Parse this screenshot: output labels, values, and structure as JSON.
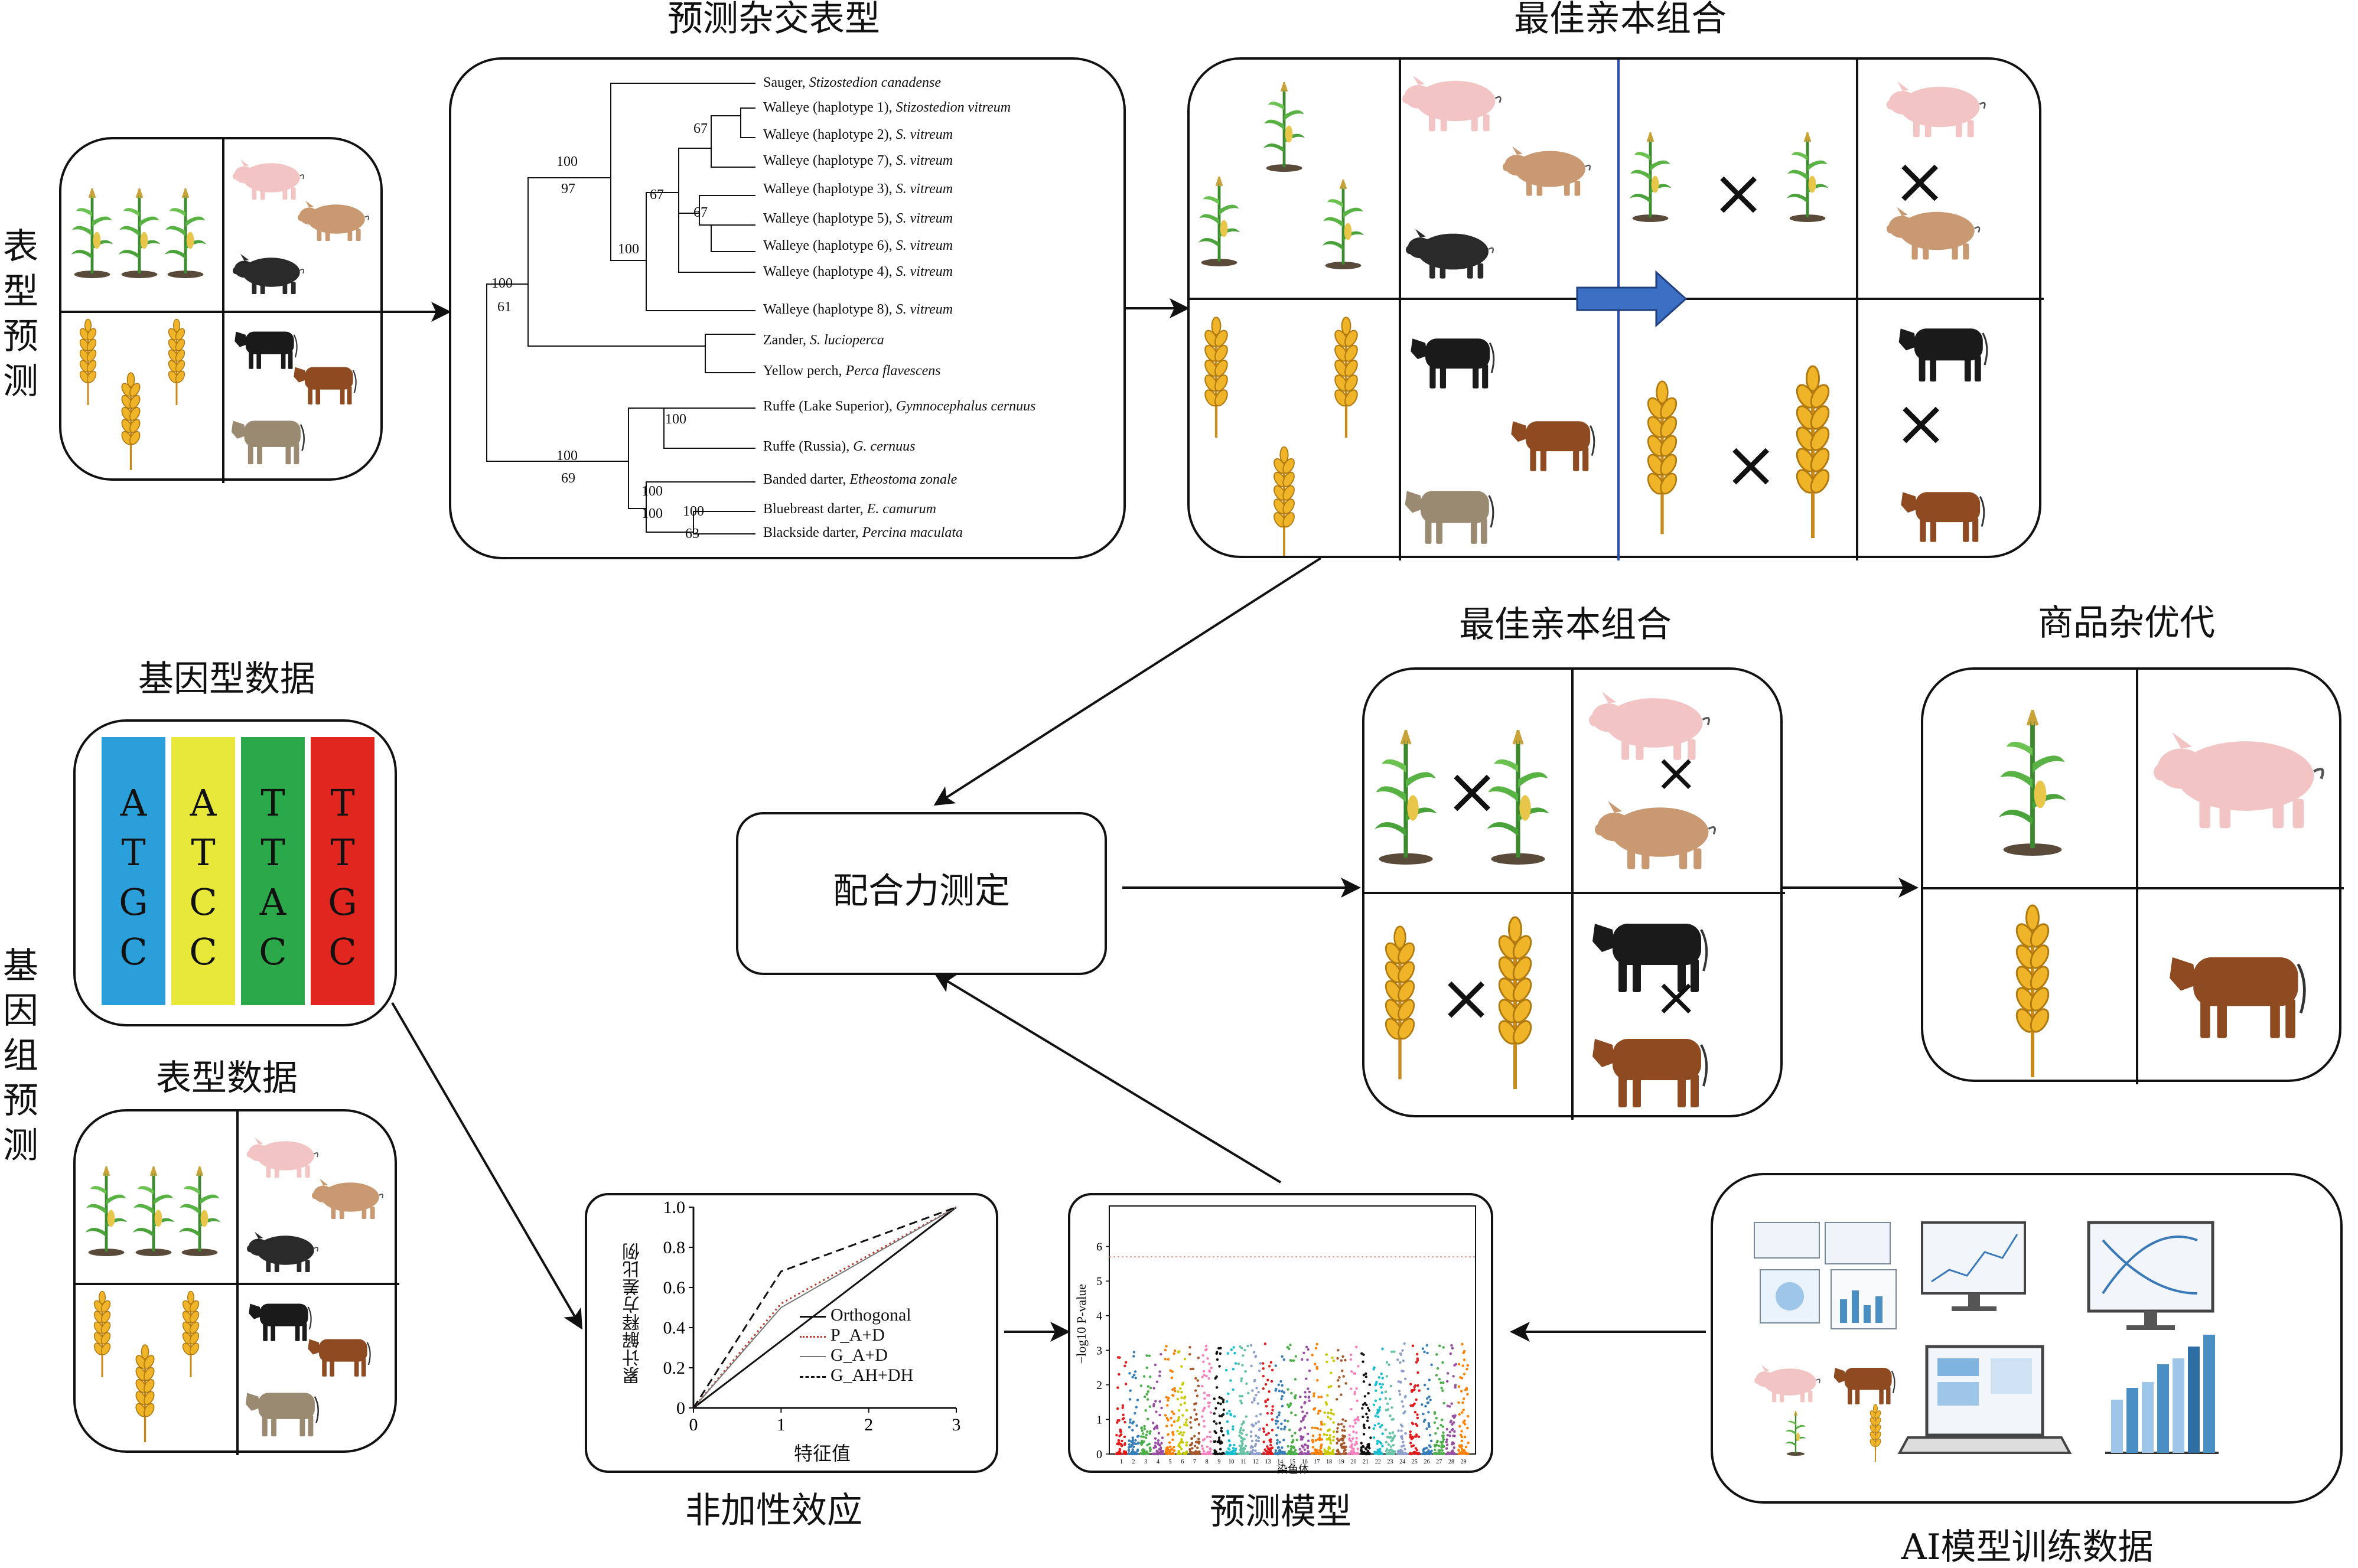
{
  "side_labels": {
    "phenotype_prediction": "表型预测",
    "genomic_prediction": "基因组预测"
  },
  "titles": {
    "predict_hybrid_phenotype": "预测杂交表型",
    "best_parent_combo_top": "最佳亲本组合",
    "genotype_data": "基因型数据",
    "phenotype_data": "表型数据",
    "best_parent_combo_mid": "最佳亲本组合",
    "commercial_hybrid": "商品杂优代",
    "non_additive_effect": "非加性效应",
    "prediction_model": "预测模型",
    "ai_training_data": "AI模型训练数据"
  },
  "combining_ability": "配合力测定",
  "tree": {
    "taxa": [
      {
        "name": "Sauger, ",
        "sci": "Stizostedion canadense"
      },
      {
        "name": "Walleye (haplotype 1), ",
        "sci": "Stizostedion vitreum"
      },
      {
        "name": "Walleye (haplotype 2), ",
        "sci": "S. vitreum"
      },
      {
        "name": "Walleye (haplotype 7), ",
        "sci": "S. vitreum"
      },
      {
        "name": "Walleye (haplotype 3), ",
        "sci": "S. vitreum"
      },
      {
        "name": "Walleye (haplotype 5), ",
        "sci": "S. vitreum"
      },
      {
        "name": "Walleye (haplotype 6), ",
        "sci": "S. vitreum"
      },
      {
        "name": "Walleye (haplotype 4), ",
        "sci": "S. vitreum"
      },
      {
        "name": "Walleye (haplotype 8), ",
        "sci": "S. vitreum"
      },
      {
        "name": "Zander, ",
        "sci": "S. lucioperca"
      },
      {
        "name": "Yellow perch, ",
        "sci": "Perca  flavescens"
      },
      {
        "name": "Ruffe (Lake Superior), ",
        "sci": "Gymnocephalus cernuus"
      },
      {
        "name": "Ruffe (Russia), ",
        "sci": "G. cernuus"
      },
      {
        "name": "Banded darter, ",
        "sci": "Etheostoma zonale"
      },
      {
        "name": "Bluebreast darter, ",
        "sci": "E. camurum"
      },
      {
        "name": "Blackside darter, ",
        "sci": "Percina maculata"
      }
    ],
    "bootstrap": {
      "b1_top": "100",
      "b1_bot": "97",
      "b2": "67",
      "b3": "67",
      "b4": "67",
      "b5": "100",
      "b6_top": "100",
      "b6_bot": "61",
      "b7": "100",
      "b8_top": "100",
      "b8_bot": "69",
      "b9": "100",
      "b10": "100",
      "b11": "100",
      "b12": "63"
    }
  },
  "genotype": {
    "columns": [
      {
        "color": "#2b9fd9",
        "letters": [
          "A",
          "T",
          "G",
          "C"
        ]
      },
      {
        "color": "#e8e83a",
        "letters": [
          "A",
          "T",
          "C",
          "C"
        ]
      },
      {
        "color": "#2aa84a",
        "letters": [
          "T",
          "T",
          "A",
          "C"
        ]
      },
      {
        "color": "#e0261f",
        "letters": [
          "T",
          "T",
          "G",
          "C"
        ]
      }
    ]
  },
  "chart_data": [
    {
      "type": "line",
      "title": "",
      "xlabel": "特征值",
      "ylabel": "累计解释方差比例",
      "xlim": [
        0,
        3
      ],
      "ylim": [
        0,
        1.0
      ],
      "x_ticks": [
        "0",
        "1",
        "2",
        "3"
      ],
      "y_ticks": [
        "0",
        "0.2",
        "0.4",
        "0.6",
        "0.8",
        "1.0"
      ],
      "legend_position": "bottom-right",
      "series": [
        {
          "name": "Orthogonal",
          "style": "solid",
          "color": "#111111",
          "x": [
            0,
            3
          ],
          "y": [
            0,
            1.0
          ]
        },
        {
          "name": "P_A+D",
          "style": "dotted",
          "color": "#c0392b",
          "x": [
            0,
            1,
            3
          ],
          "y": [
            0,
            0.52,
            1.0
          ]
        },
        {
          "name": "G_A+D",
          "style": "solid-thin",
          "color": "#777777",
          "x": [
            0,
            1,
            3
          ],
          "y": [
            0,
            0.5,
            1.0
          ]
        },
        {
          "name": "G_AH+DH",
          "style": "dashed",
          "color": "#111111",
          "x": [
            0,
            1,
            3
          ],
          "y": [
            0,
            0.68,
            1.0
          ]
        }
      ]
    },
    {
      "type": "scatter",
      "title": "",
      "xlabel": "染色体",
      "ylabel": "−log10 P-value",
      "ylim": [
        0,
        7
      ],
      "y_ticks": [
        "0",
        "1",
        "2",
        "3",
        "4",
        "5",
        "6"
      ],
      "x_ticks": [
        "1",
        "2",
        "3",
        "4",
        "5",
        "6",
        "7",
        "8",
        "9",
        "10",
        "11",
        "12",
        "13",
        "14",
        "15",
        "16",
        "17",
        "18",
        "19",
        "20",
        "21",
        "22",
        "23",
        "24",
        "25",
        "26",
        "27",
        "28",
        "29"
      ],
      "threshold": 5.7
    }
  ],
  "symbols": {
    "cross": "×"
  }
}
